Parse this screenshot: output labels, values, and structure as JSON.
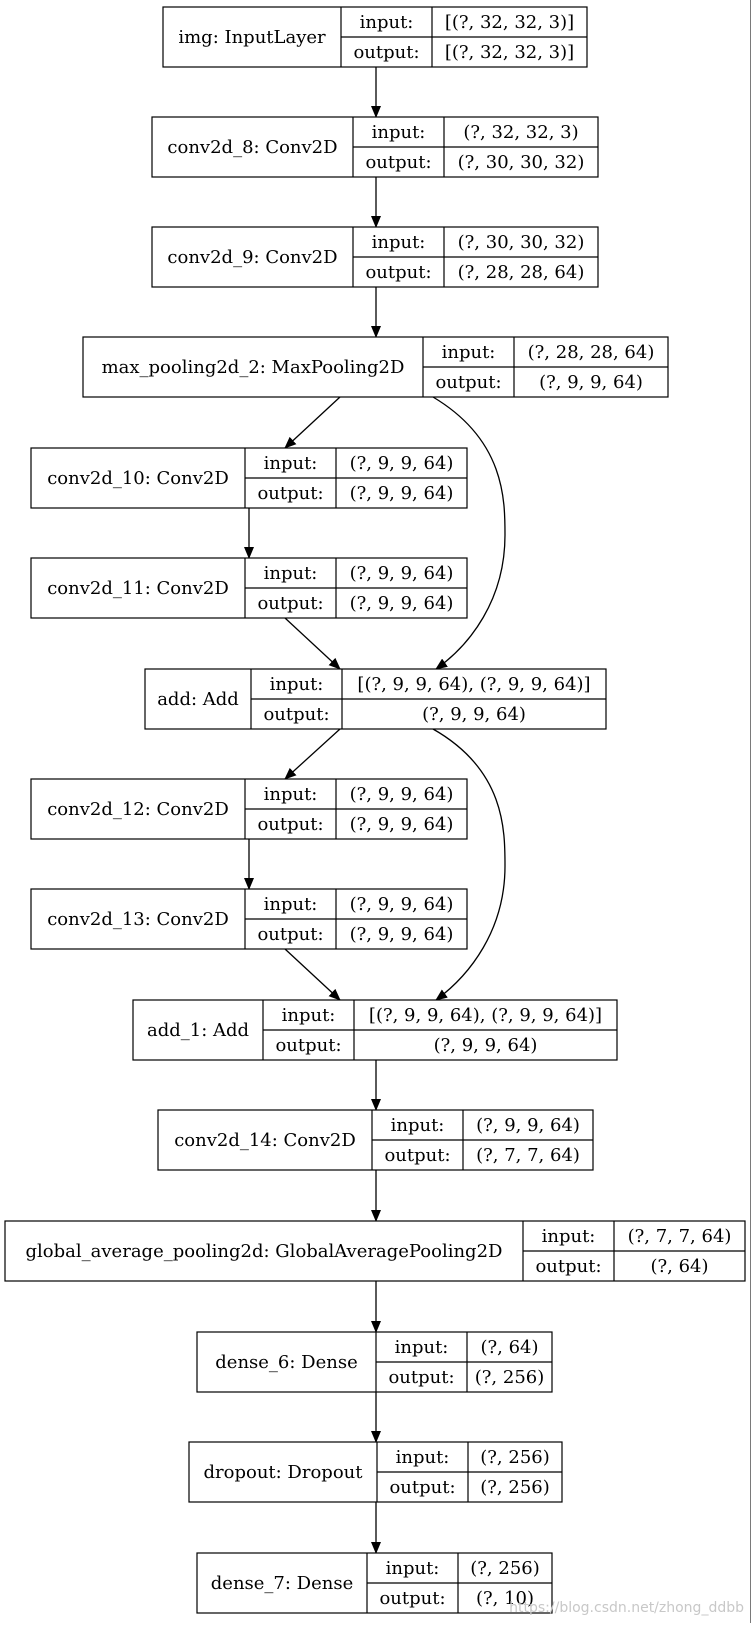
{
  "nodes": [
    {
      "id": "img",
      "label": "img: InputLayer",
      "input": "[(?, 32, 32, 3)]",
      "output": "[(?, 32, 32, 3)]"
    },
    {
      "id": "conv2d_8",
      "label": "conv2d_8: Conv2D",
      "input": "(?, 32, 32, 3)",
      "output": "(?, 30, 30, 32)"
    },
    {
      "id": "conv2d_9",
      "label": "conv2d_9: Conv2D",
      "input": "(?, 30, 30, 32)",
      "output": "(?, 28, 28, 64)"
    },
    {
      "id": "max_pooling2d_2",
      "label": "max_pooling2d_2: MaxPooling2D",
      "input": "(?, 28, 28, 64)",
      "output": "(?, 9, 9, 64)"
    },
    {
      "id": "conv2d_10",
      "label": "conv2d_10: Conv2D",
      "input": "(?, 9, 9, 64)",
      "output": "(?, 9, 9, 64)"
    },
    {
      "id": "conv2d_11",
      "label": "conv2d_11: Conv2D",
      "input": "(?, 9, 9, 64)",
      "output": "(?, 9, 9, 64)"
    },
    {
      "id": "add",
      "label": "add: Add",
      "input": "[(?, 9, 9, 64), (?, 9, 9, 64)]",
      "output": "(?, 9, 9, 64)"
    },
    {
      "id": "conv2d_12",
      "label": "conv2d_12: Conv2D",
      "input": "(?, 9, 9, 64)",
      "output": "(?, 9, 9, 64)"
    },
    {
      "id": "conv2d_13",
      "label": "conv2d_13: Conv2D",
      "input": "(?, 9, 9, 64)",
      "output": "(?, 9, 9, 64)"
    },
    {
      "id": "add_1",
      "label": "add_1: Add",
      "input": "[(?, 9, 9, 64), (?, 9, 9, 64)]",
      "output": "(?, 9, 9, 64)"
    },
    {
      "id": "conv2d_14",
      "label": "conv2d_14: Conv2D",
      "input": "(?, 9, 9, 64)",
      "output": "(?, 7, 7, 64)"
    },
    {
      "id": "global_average_pooling2d",
      "label": "global_average_pooling2d: GlobalAveragePooling2D",
      "input": "(?, 7, 7, 64)",
      "output": "(?, 64)"
    },
    {
      "id": "dense_6",
      "label": "dense_6: Dense",
      "input": "(?, 64)",
      "output": "(?, 256)"
    },
    {
      "id": "dropout",
      "label": "dropout: Dropout",
      "input": "(?, 256)",
      "output": "(?, 256)"
    },
    {
      "id": "dense_7",
      "label": "dense_7: Dense",
      "input": "(?, 256)",
      "output": "(?, 10)"
    }
  ],
  "edges": [
    [
      "img",
      "conv2d_8"
    ],
    [
      "conv2d_8",
      "conv2d_9"
    ],
    [
      "conv2d_9",
      "max_pooling2d_2"
    ],
    [
      "max_pooling2d_2",
      "conv2d_10"
    ],
    [
      "max_pooling2d_2",
      "add"
    ],
    [
      "conv2d_10",
      "conv2d_11"
    ],
    [
      "conv2d_11",
      "add"
    ],
    [
      "add",
      "conv2d_12"
    ],
    [
      "add",
      "add_1"
    ],
    [
      "conv2d_12",
      "conv2d_13"
    ],
    [
      "conv2d_13",
      "add_1"
    ],
    [
      "add_1",
      "conv2d_14"
    ],
    [
      "conv2d_14",
      "global_average_pooling2d"
    ],
    [
      "global_average_pooling2d",
      "dense_6"
    ],
    [
      "dense_6",
      "dropout"
    ],
    [
      "dropout",
      "dense_7"
    ]
  ],
  "port_labels": {
    "input": "input:",
    "output": "output:"
  },
  "watermark": "https://blog.csdn.net/zhong_ddbb"
}
